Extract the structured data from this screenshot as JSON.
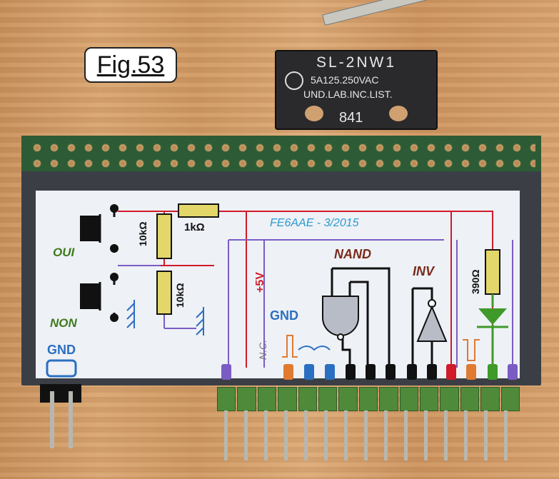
{
  "figure": {
    "label": "Fig.53"
  },
  "switch": {
    "model": "SL-2NW1",
    "rating": "5A125.250VAC",
    "listing": "UND.LAB.INC.LIST.",
    "code": "841"
  },
  "schematic": {
    "credit": "FE6AAE - 3/2015",
    "button_yes": "OUI",
    "button_no": "NON",
    "r1": "10kΩ",
    "r2": "1kΩ",
    "r3": "10kΩ",
    "r4": "390Ω",
    "vcc": "+5V",
    "gnd": "GND",
    "gnd_left": "GND",
    "nc": "N.C.",
    "nand": "NAND",
    "inv": "INV"
  },
  "colors": {
    "label_red": "#d11a2a",
    "label_blue": "#2b6fc2",
    "label_green": "#3f7a1c",
    "wire_purple": "#7b5cc4"
  }
}
